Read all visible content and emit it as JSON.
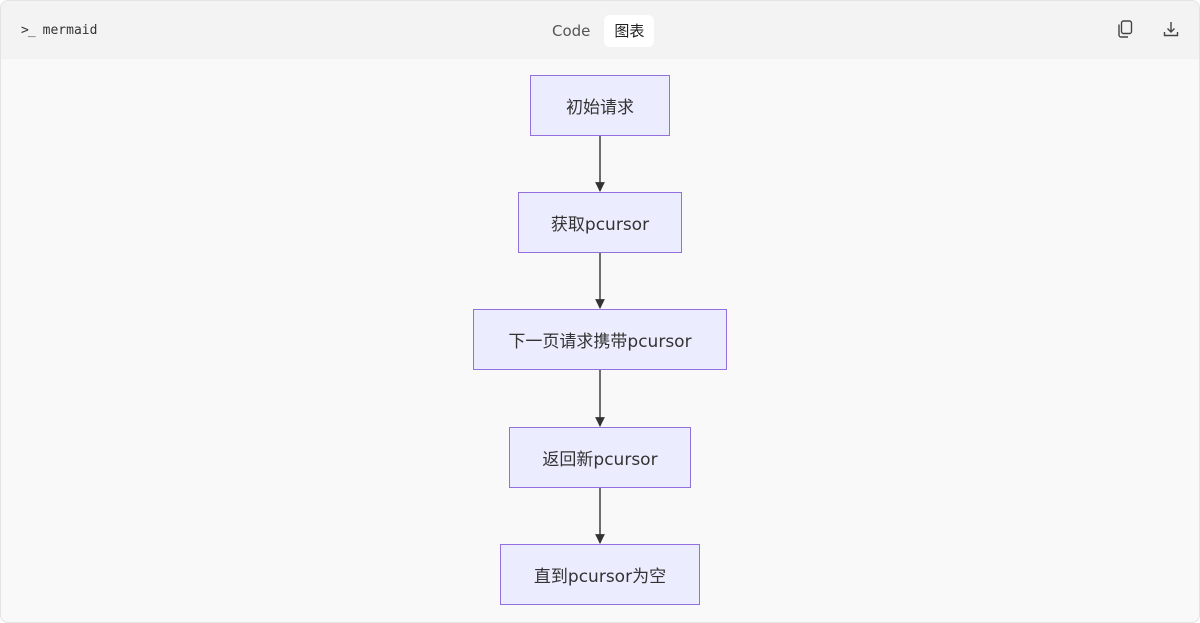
{
  "header": {
    "language": "mermaid",
    "language_icon": "terminal-prompt-icon",
    "tabs": [
      {
        "label": "Code",
        "active": false
      },
      {
        "label": "图表",
        "active": true
      }
    ],
    "actions": [
      "copy-icon",
      "download-icon"
    ]
  },
  "diagram": {
    "type": "flowchart-top-down",
    "colors": {
      "node_fill": "#ececff",
      "node_border": "#9370db",
      "edge": "#333333"
    },
    "nodes": [
      {
        "id": "n1",
        "label": "初始请求"
      },
      {
        "id": "n2",
        "label": "获取pcursor"
      },
      {
        "id": "n3",
        "label": "下一页请求携带pcursor"
      },
      {
        "id": "n4",
        "label": "返回新pcursor"
      },
      {
        "id": "n5",
        "label": "直到pcursor为空"
      }
    ],
    "edges": [
      {
        "from": "n1",
        "to": "n2"
      },
      {
        "from": "n2",
        "to": "n3"
      },
      {
        "from": "n3",
        "to": "n4"
      },
      {
        "from": "n4",
        "to": "n5"
      }
    ]
  }
}
